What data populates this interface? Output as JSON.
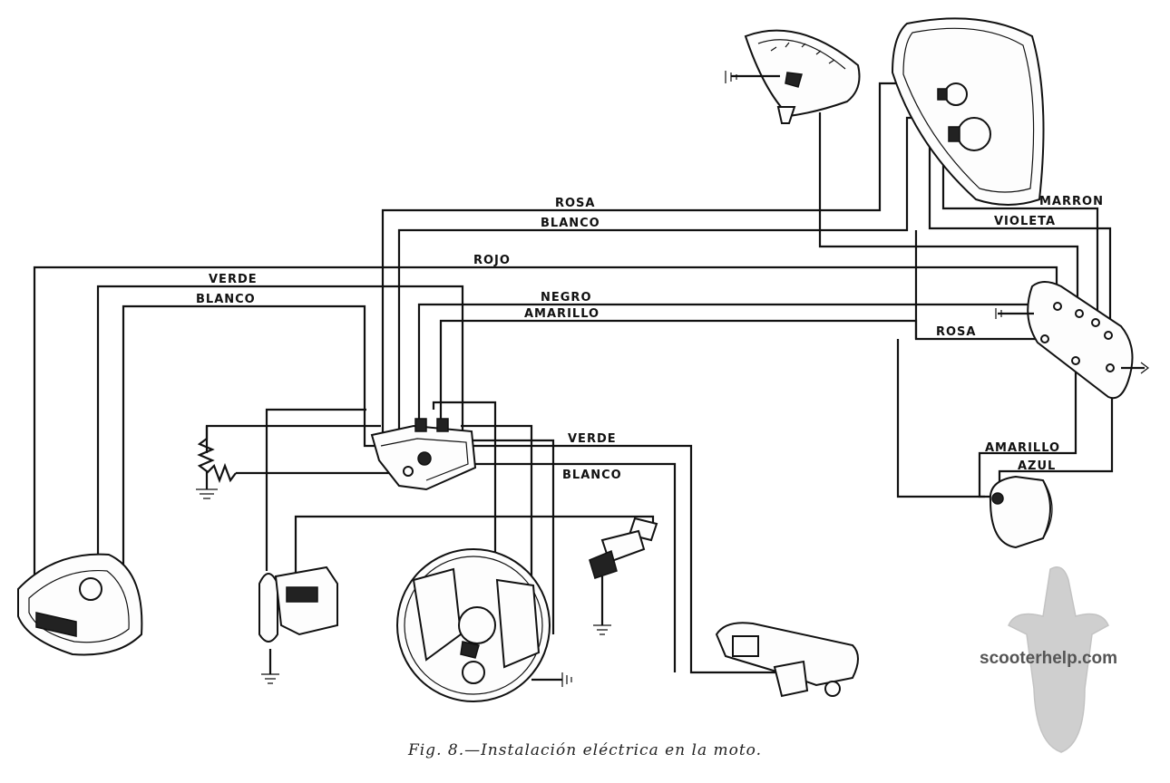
{
  "diagram": {
    "wire_labels": {
      "rosa_top": "ROSA",
      "blanco_top": "BLANCO",
      "rojo": "ROJO",
      "verde_left": "VERDE",
      "blanco_left": "BLANCO",
      "negro": "NEGRO",
      "amarillo_mid": "AMARILLO",
      "marron": "MARRON",
      "violeta": "VIOLETA",
      "rosa_right": "ROSA",
      "verde_mid": "VERDE",
      "blanco_mid": "BLANCO",
      "amarillo_right": "AMARILLO",
      "azul": "AZUL"
    },
    "components": [
      "speedometer-icon",
      "headlamp-icon",
      "switch-panel-icon",
      "horn-icon",
      "regulator-icon",
      "resistor-icon",
      "rear-lamp-icon",
      "ignition-coil-icon",
      "flywheel-magneto-icon",
      "spark-plug-icon",
      "brake-switch-icon",
      "ground-symbol-icon",
      "scooter-watermark-icon"
    ],
    "line_color": "#111111"
  },
  "caption": "Fig. 8.—Instalación eléctrica en la moto.",
  "watermark": "scooterhelp.com"
}
